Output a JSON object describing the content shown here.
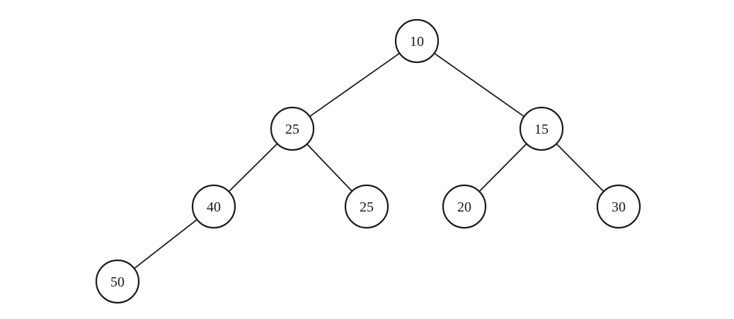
{
  "tree": {
    "colors": {
      "stroke": "#1a1a1a",
      "text": "#1a1a1a",
      "fill": "#ffffff"
    },
    "nodes": [
      {
        "id": "n1",
        "label": "10"
      },
      {
        "id": "n2",
        "label": "25"
      },
      {
        "id": "n3",
        "label": "15"
      },
      {
        "id": "n4",
        "label": "40"
      },
      {
        "id": "n5",
        "label": "25"
      },
      {
        "id": "n6",
        "label": "20"
      },
      {
        "id": "n7",
        "label": "30"
      },
      {
        "id": "n8",
        "label": "50"
      }
    ],
    "edges": [
      {
        "from": "n1",
        "to": "n2"
      },
      {
        "from": "n1",
        "to": "n3"
      },
      {
        "from": "n2",
        "to": "n4"
      },
      {
        "from": "n2",
        "to": "n5"
      },
      {
        "from": "n3",
        "to": "n6"
      },
      {
        "from": "n3",
        "to": "n7"
      },
      {
        "from": "n4",
        "to": "n8"
      }
    ]
  }
}
